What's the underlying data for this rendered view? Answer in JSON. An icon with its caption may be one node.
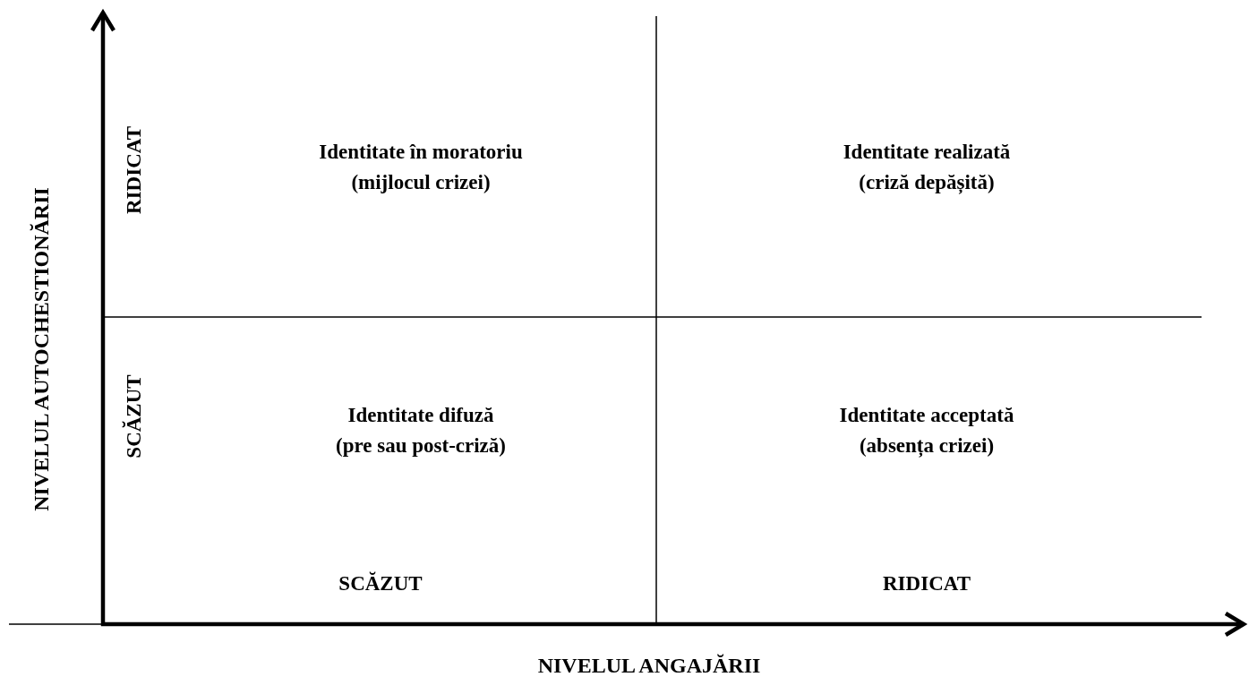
{
  "diagram": {
    "labels": [
      "NIVELUL AUTOCHESTIONĂRII",
      "RIDICAT",
      "SCĂZUT",
      "Identitate în moratoriu",
      "(mijlocul crizei)",
      "Identitate realizată",
      "(criză depășită)",
      "Identitate difuză",
      "(pre sau post-criză)",
      "Identitate acceptată",
      "(absența crizei)",
      "SCĂZUT",
      "RIDICAT",
      "NIVELUL ANGAJĂRII"
    ]
  }
}
